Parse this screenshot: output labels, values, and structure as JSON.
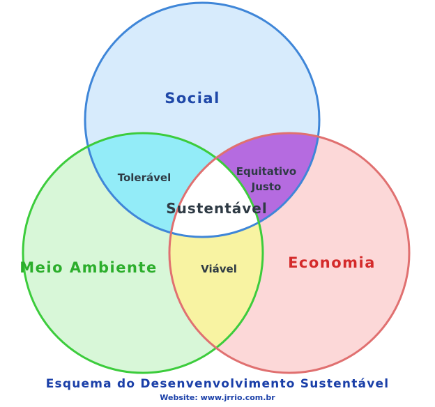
{
  "diagram": {
    "circles": [
      {
        "id": "social",
        "label": "Social",
        "fill": "#d7ebfc",
        "stroke": "#3f86d8",
        "text_color": "#1f48a8"
      },
      {
        "id": "meio-ambiente",
        "label": "Meio Ambiente",
        "fill": "#d8f7d8",
        "stroke": "#3ccc3c",
        "text_color": "#2cae2c"
      },
      {
        "id": "economia",
        "label": "Economia",
        "fill": "#fcd8d8",
        "stroke": "#e07070",
        "text_color": "#d42a2a"
      }
    ],
    "intersections": {
      "social_meio": {
        "label": "Tolerável",
        "fill": "#93ecf8"
      },
      "social_economia": {
        "line1": "Equitativo",
        "line2": "Justo",
        "fill": "#b56be0"
      },
      "meio_economia": {
        "label": "Viável",
        "fill": "#f8f3a2"
      },
      "center": {
        "label": "Sustentável",
        "fill": "#ffffff"
      }
    }
  },
  "caption": {
    "title": "Esquema do Desenvenvolvimento Sustentável",
    "website": "Website: www.jrrio.com.br"
  }
}
